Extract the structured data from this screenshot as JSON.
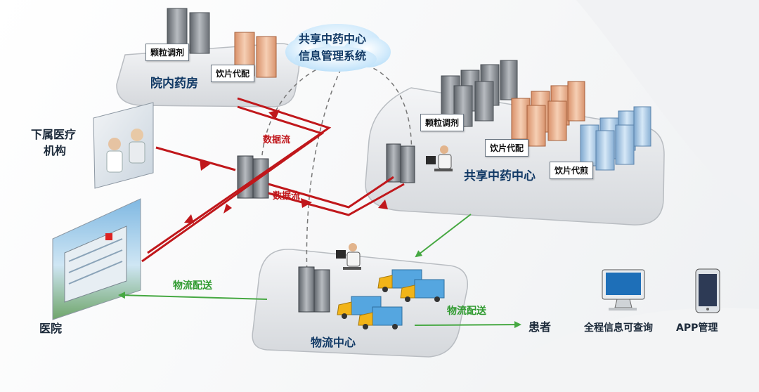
{
  "cloud": {
    "line1": "共享中药中心",
    "line2": "信息管理系统"
  },
  "inner_pharmacy": {
    "title": "院内药房",
    "tags": [
      "颗粒调剂",
      "饮片代配"
    ]
  },
  "shared_center": {
    "title": "共享中药中心",
    "tags": [
      "颗粒调剂",
      "饮片代配",
      "饮片代煎"
    ]
  },
  "logistics": {
    "title": "物流中心"
  },
  "subordinate": {
    "line1": "下属医疗",
    "line2": "机构"
  },
  "hospital": {
    "label": "医院"
  },
  "patient": {
    "label": "患者"
  },
  "flows": {
    "data_flow_1": "数据流",
    "data_flow_2": "数据流",
    "delivery_1": "物流配送",
    "delivery_2": "物流配送"
  },
  "bottom_right": {
    "query": "全程信息可查询",
    "app": "APP管理"
  },
  "colors": {
    "data_flow": "#c0171b",
    "delivery": "#46a842",
    "label_navy": "#123a66",
    "platform": "#e9ebee",
    "cloud": "#cfe9fb"
  }
}
